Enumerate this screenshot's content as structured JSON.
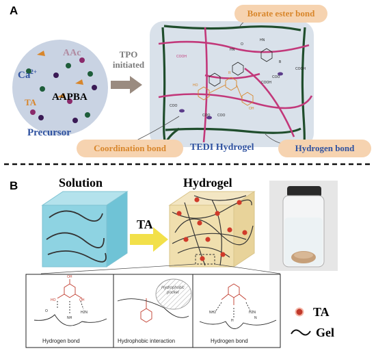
{
  "panel_a": {
    "letter": "A",
    "precursor": {
      "aac": "AAc",
      "ca": "Ca",
      "ca_charge": "2+",
      "ta": "TA",
      "aapba": "AAPBA",
      "caption": "Precursor"
    },
    "arrow_label_line1": "TPO",
    "arrow_label_line2": "initiated",
    "hydrogel_label": "TEDI Hydrogel",
    "bonds": {
      "borate": "Borate ester bond",
      "coordination": "Coordination bond",
      "hydrogen": "Hydrogen bond"
    },
    "chem_labels": {
      "cooh1": "COOH",
      "cooh2": "COOH",
      "cooh3": "COOH",
      "coo1": "COO",
      "coo2": "COO",
      "coo3": "COO",
      "coo4": "COO",
      "hn1": "HN",
      "hn2": "HN",
      "o": "O",
      "b": "B",
      "ho": "HO",
      "oh": "OH",
      "r": "R"
    }
  },
  "panel_b": {
    "letter": "B",
    "solution_label": "Solution",
    "hydrogel_label": "Hydrogel",
    "arrow_label": "TA",
    "legend": {
      "ta": "TA",
      "gel": "Gel"
    },
    "insets": [
      {
        "caption": "Hydrogen bond"
      },
      {
        "caption": "Hydrophobic interaction",
        "pocket_line1": "Hydrophobic",
        "pocket_line2": "pocket"
      },
      {
        "caption": "Hydrogen bond"
      }
    ],
    "chem_labels": {
      "ho": "HO",
      "oh": "OH",
      "o": "O",
      "h": "H",
      "nh": "NH",
      "h2n": "H2N",
      "nh2": "NH2",
      "n": "N",
      "h2n_b": "H2N",
      "nh2_b": "NH2",
      "oh_top": "OH"
    }
  },
  "colors": {
    "gel_chain_pink": "#c2387a",
    "gel_chain_green": "#1f4d2c",
    "panel_bg": "#d9e1ea",
    "pill_bg": "#f6d3b0",
    "ta_red": "#c0392b",
    "blue_text": "#2f52a0",
    "orange_text": "#d8862b"
  }
}
